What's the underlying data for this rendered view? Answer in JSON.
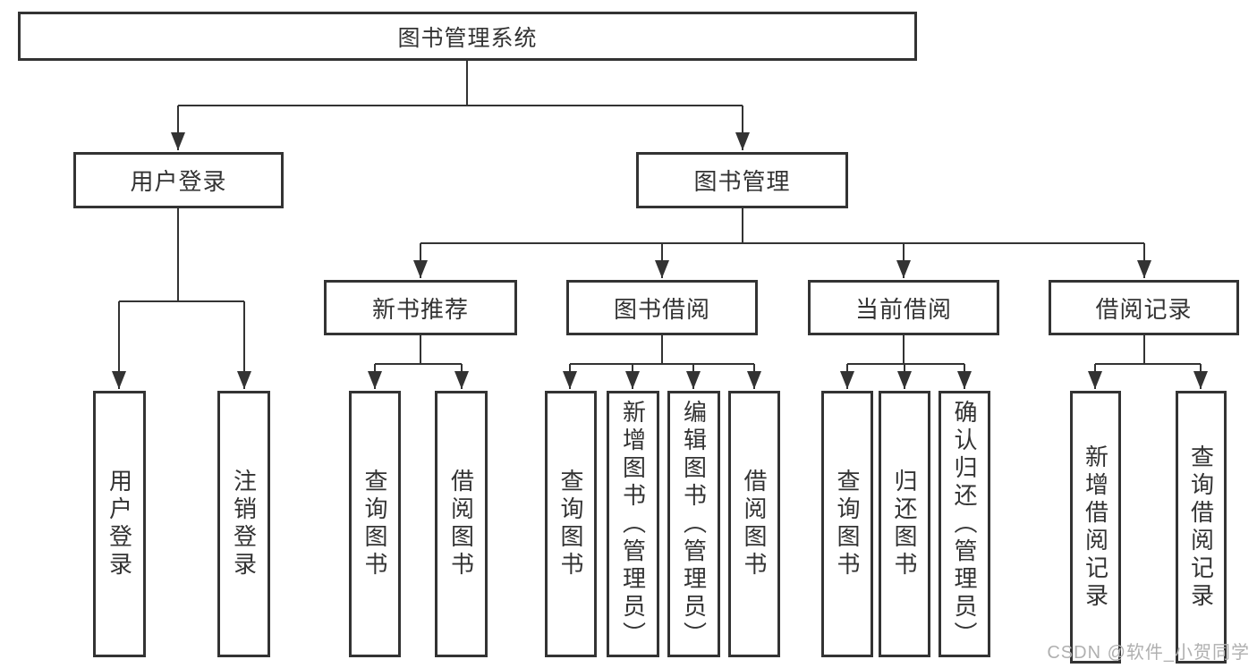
{
  "tree": {
    "root": {
      "label": "图书管理系统"
    },
    "branches": [
      {
        "label": "用户登录",
        "children": [
          {
            "label": "用户登录"
          },
          {
            "label": "注销登录"
          }
        ]
      },
      {
        "label": "图书管理",
        "children": [
          {
            "label": "新书推荐",
            "children": [
              {
                "label": "查询图书"
              },
              {
                "label": "借阅图书"
              }
            ]
          },
          {
            "label": "图书借阅",
            "children": [
              {
                "label": "查询图书"
              },
              {
                "label": "新增图书（管理员）"
              },
              {
                "label": "编辑图书（管理员）"
              },
              {
                "label": "借阅图书"
              }
            ]
          },
          {
            "label": "当前借阅",
            "children": [
              {
                "label": "查询图书"
              },
              {
                "label": "归还图书"
              },
              {
                "label": "确认归还（管理员）"
              }
            ]
          },
          {
            "label": "借阅记录",
            "children": [
              {
                "label": "新增借阅记录"
              },
              {
                "label": "查询借阅记录"
              }
            ]
          }
        ]
      }
    ]
  },
  "watermark": "CSDN @软件_小贺同学",
  "colors": {
    "line": "#333333",
    "text": "#333333",
    "watermark": "#b0b0b0",
    "background": "#ffffff"
  }
}
